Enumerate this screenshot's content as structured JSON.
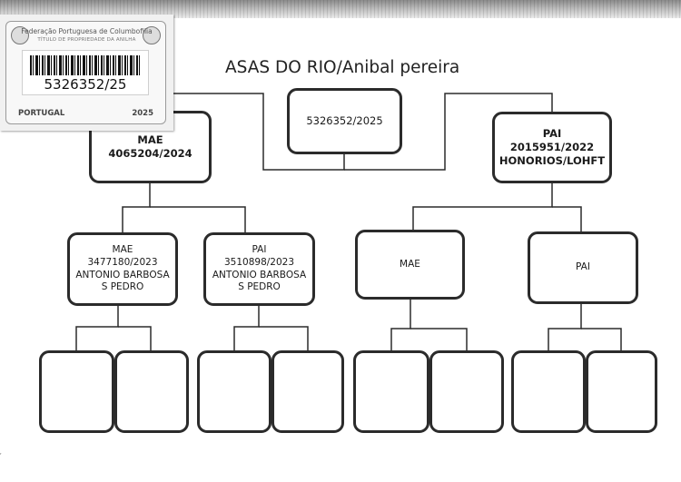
{
  "title": "ASAS DO RIO/Anibal pereira",
  "pigeon": {
    "ring": "5326352/2025"
  },
  "dam": {
    "label": "MAE",
    "ring": "4065204/2024"
  },
  "sire": {
    "label": "PAI",
    "ring": "2015951/2022",
    "name": "HONORIOS/LOHFT"
  },
  "dam_dam": {
    "label": "MAE",
    "ring": "3477180/2023",
    "name_line1": "ANTONIO BARBOSA",
    "name_line2": "S PEDRO"
  },
  "dam_sire": {
    "label": "PAI",
    "ring": "3510898/2023",
    "name_line1": "ANTONIO BARBOSA",
    "name_line2": "S PEDRO"
  },
  "sire_dam": {
    "label": "MAE"
  },
  "sire_sire": {
    "label": "PAI"
  },
  "ring_label": {
    "organization": "Federação Portuguesa de Columbofilia",
    "document": "TÍTULO DE PROPRIEDADE DA ANILHA",
    "code": "5326352/25",
    "country": "PORTUGAL",
    "year": "2025"
  },
  "colors": {
    "line": "#2b2b2b",
    "label_bg": "#f1f1f1"
  },
  "icons": [
    "federation-logo-icon",
    "pigeon-logo-icon",
    "barcode-icon"
  ]
}
